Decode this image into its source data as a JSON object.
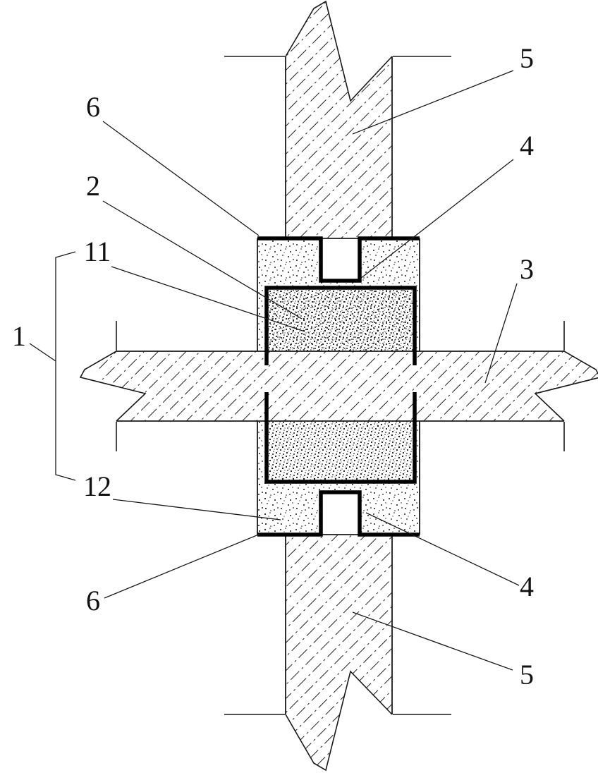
{
  "figure": {
    "kind": "engineering-section-detail",
    "description_visible_elements": "vertical wall crossing horizontal slab with grouted joint assembly, break symbols at four ends, numbered callouts with leader lines"
  },
  "labels": [
    {
      "id": "5-top",
      "text": "5"
    },
    {
      "id": "4-top",
      "text": "4"
    },
    {
      "id": "3-right",
      "text": "3"
    },
    {
      "id": "6-top-left",
      "text": "6"
    },
    {
      "id": "2-left",
      "text": "2"
    },
    {
      "id": "11-left",
      "text": "11"
    },
    {
      "id": "1-left",
      "text": "1"
    },
    {
      "id": "12-left",
      "text": "12"
    },
    {
      "id": "6-bottom-left",
      "text": "6"
    },
    {
      "id": "4-bottom-right",
      "text": "4"
    },
    {
      "id": "5-bottom-right",
      "text": "5"
    }
  ],
  "colors": {
    "background": "#ffffff",
    "line": "#1a1a1a",
    "thick_line": "#000000"
  }
}
